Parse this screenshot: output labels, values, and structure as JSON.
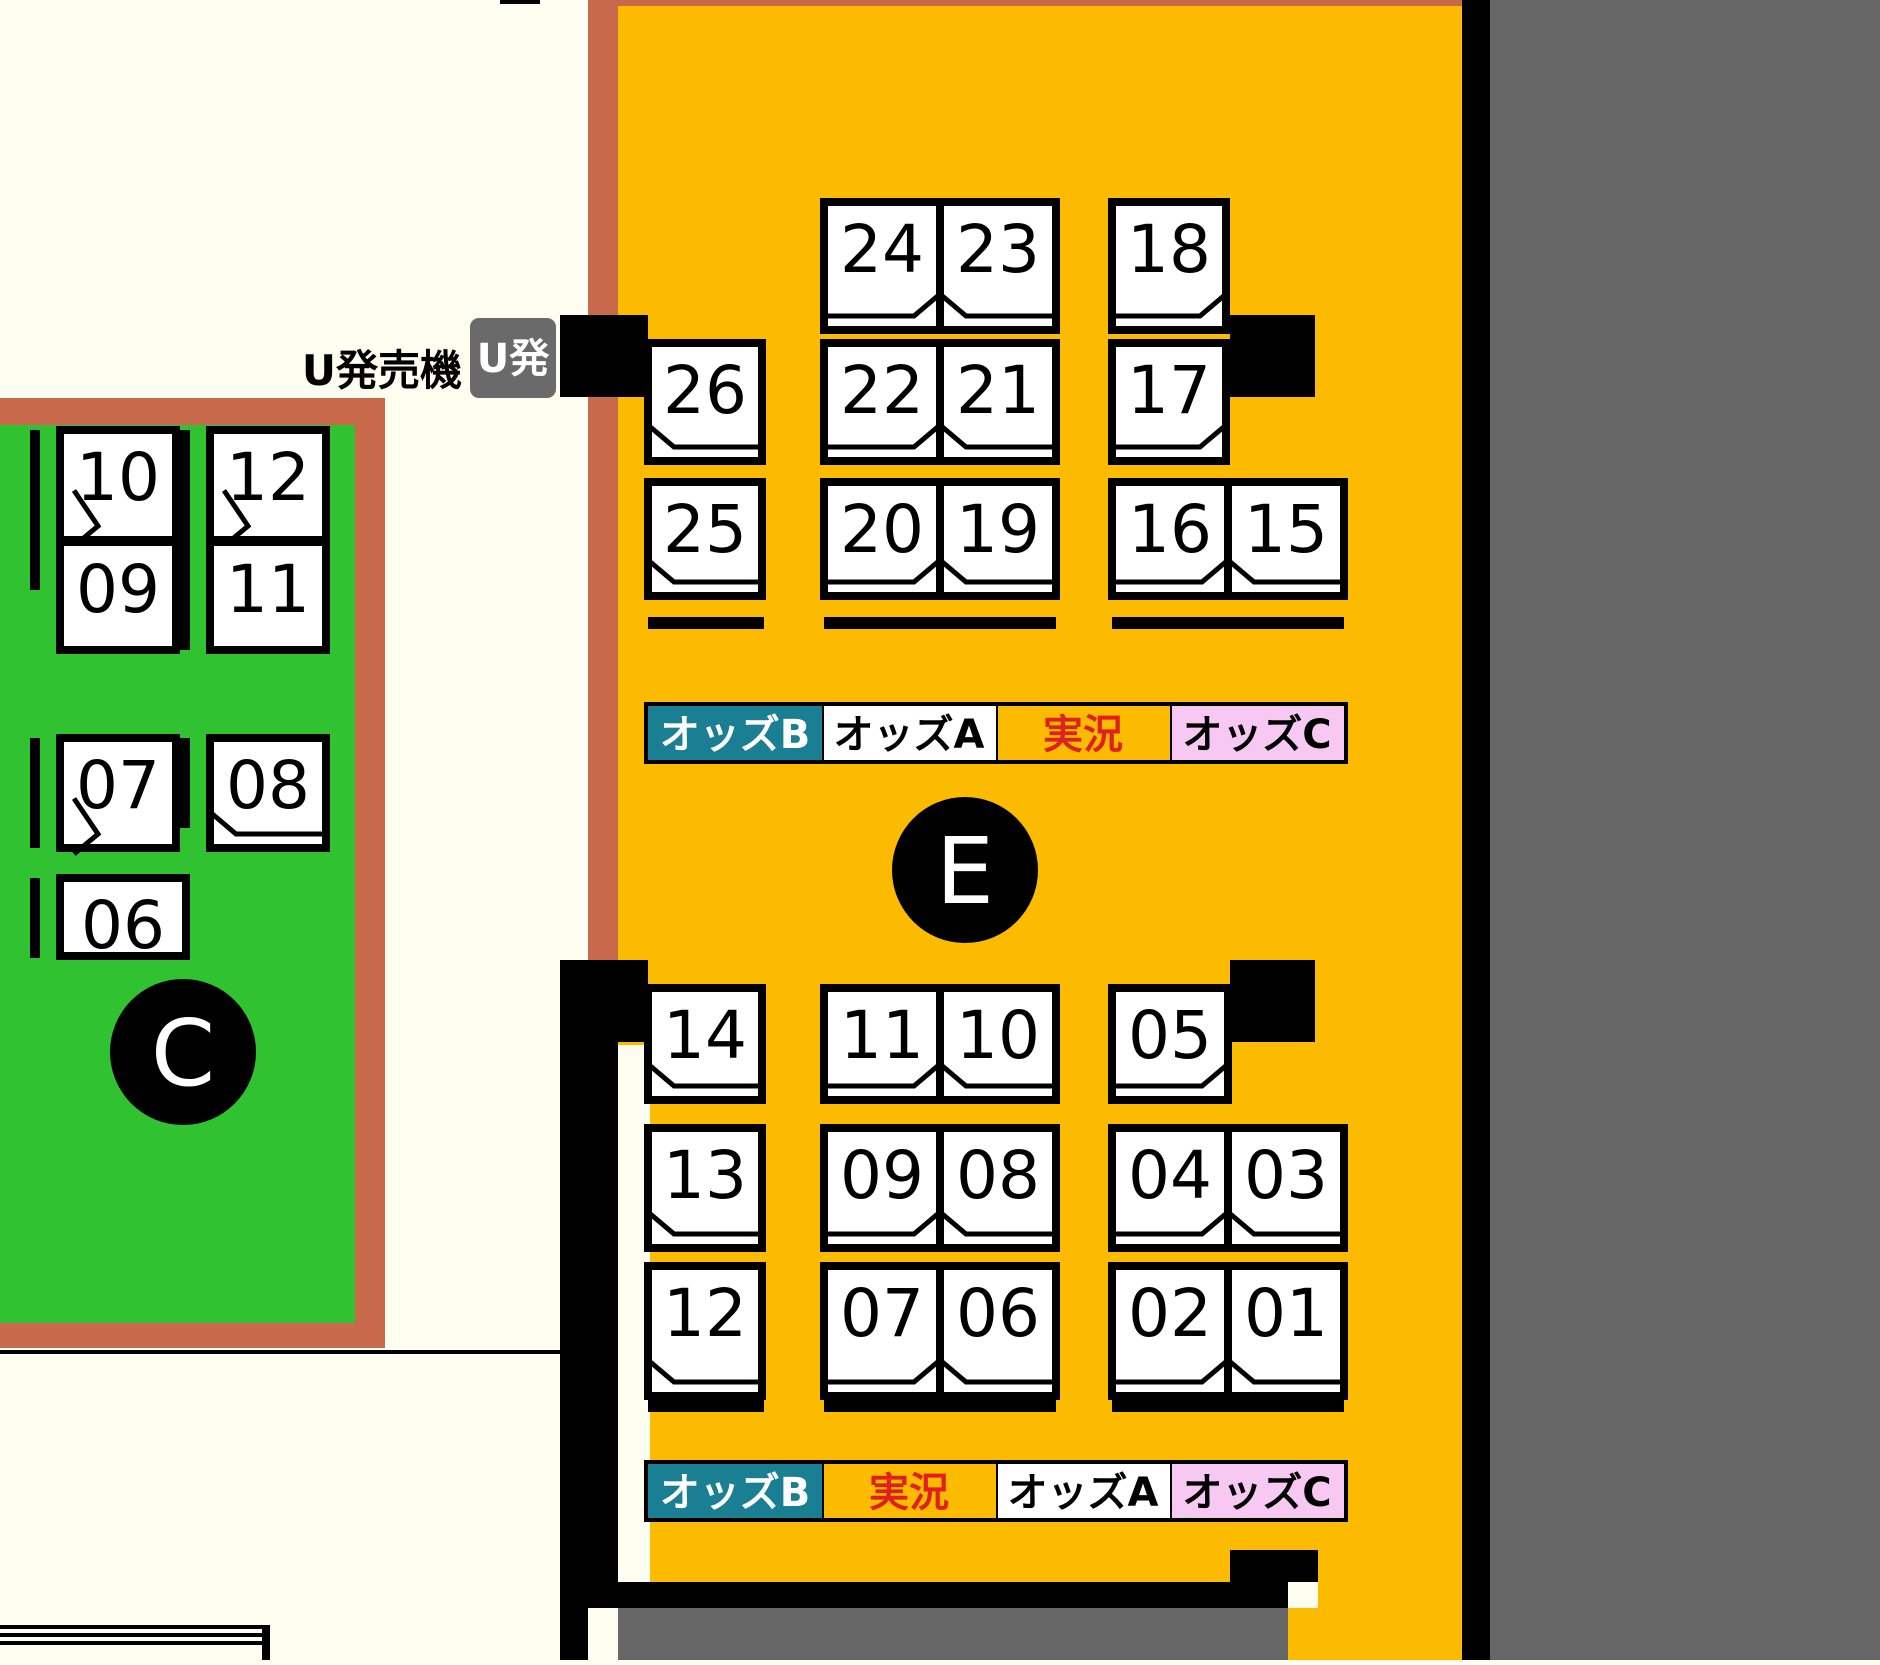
{
  "colors": {
    "floor": "#fdfdf0",
    "zone_e": "#fdbb00",
    "zone_c": "#30c230",
    "wall": "#c9694b",
    "outside": "#666666",
    "odds_b": "#1b7f93",
    "odds_a": "#ffffff",
    "live_e_top": "#fdbb00",
    "live_e_bottom": "#ffffff",
    "odds_c": "#f7c8f2",
    "live_text": "#e02020"
  },
  "zones": {
    "e": {
      "label": "E"
    },
    "c": {
      "label": "C"
    }
  },
  "u_machine": {
    "label": "U発売機",
    "badge": "U発",
    "icon": "u-machine-icon"
  },
  "zone_c_counters": [
    "10",
    "12",
    "09",
    "11",
    "07",
    "08",
    "06"
  ],
  "zone_e_upper_counters": [
    "24",
    "23",
    "18",
    "26",
    "22",
    "21",
    "17",
    "25",
    "20",
    "19",
    "16",
    "15"
  ],
  "zone_e_lower_counters": [
    "14",
    "11",
    "10",
    "05",
    "13",
    "09",
    "08",
    "04",
    "03",
    "12",
    "07",
    "06",
    "02",
    "01"
  ],
  "monitor_bars": {
    "upper": [
      "オッズB",
      "オッズA",
      "実況",
      "オッズC"
    ],
    "lower": [
      "オッズB",
      "実況",
      "オッズA",
      "オッズC"
    ]
  }
}
